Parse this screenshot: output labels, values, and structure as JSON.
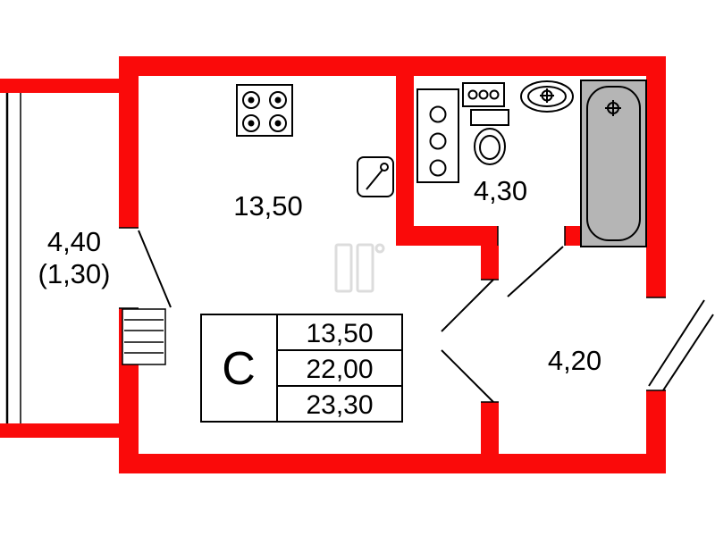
{
  "colors": {
    "wall": "#fa0a0a",
    "tub_fill": "#b5b5b5",
    "watermark": "#d9d9d9"
  },
  "rooms": {
    "living": {
      "area": "13,50"
    },
    "bathroom": {
      "area": "4,30"
    },
    "hall": {
      "area": "4,20"
    },
    "balcony": {
      "area": "4,40",
      "area_reduced": "(1,30)"
    }
  },
  "summary_table": {
    "type_letter": "С",
    "rows": [
      "13,50",
      "22,00",
      "23,30"
    ]
  }
}
